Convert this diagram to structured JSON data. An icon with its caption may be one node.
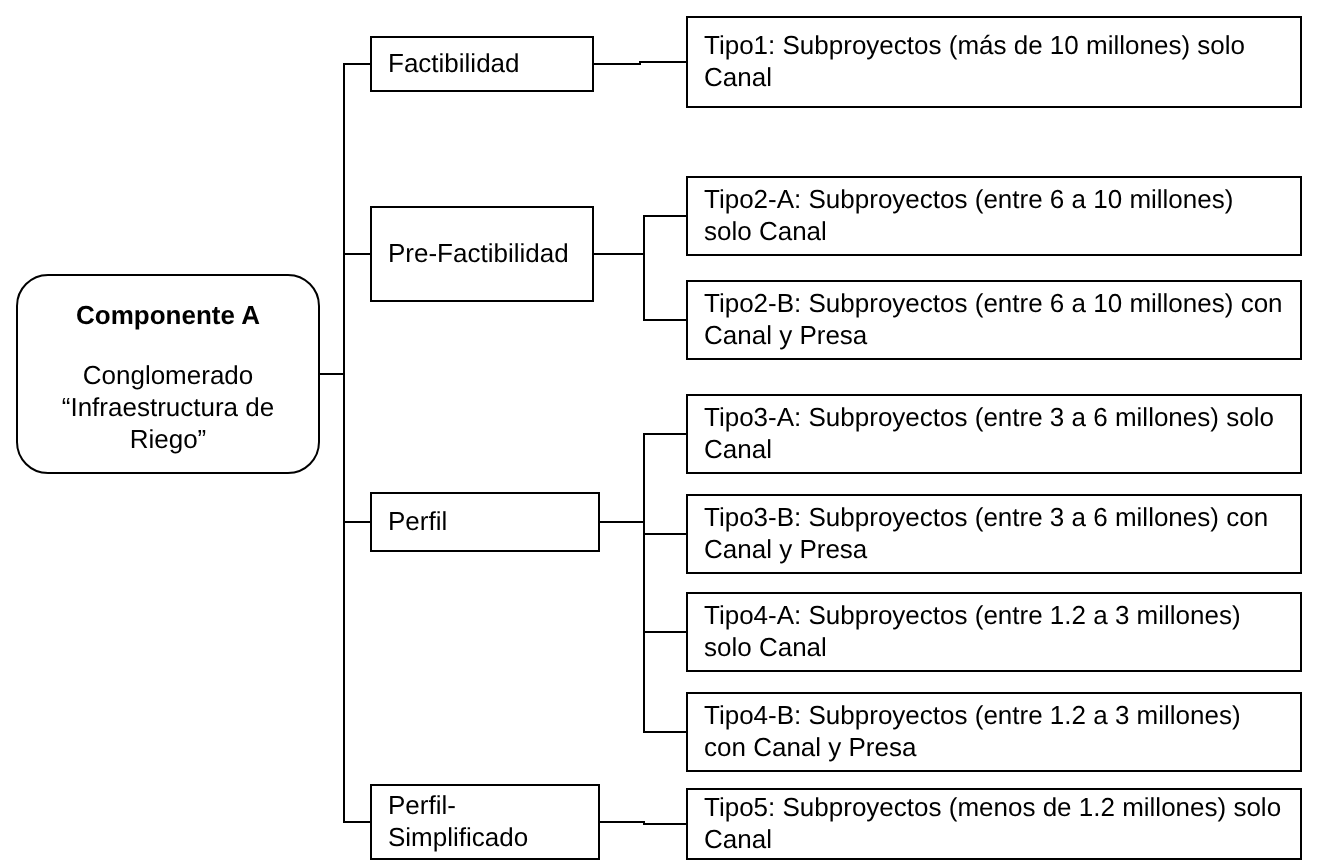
{
  "diagram": {
    "nodes": [
      {
        "text": [
          "Componente A",
          "Conglomerado “Infraestructura de Riego”"
        ]
      },
      {
        "text": [
          "Factibilidad"
        ]
      },
      {
        "text": [
          "Pre-Factibilidad"
        ]
      },
      {
        "text": [
          "Perfil"
        ]
      },
      {
        "text": [
          "Perfil-Simplificado"
        ]
      },
      {
        "text": [
          "Tipo1: Subproyectos (más de 10 millones) solo Canal"
        ]
      },
      {
        "text": [
          "Tipo2-A: Subproyectos (entre 6 a 10 millones) solo Canal"
        ]
      },
      {
        "text": [
          "Tipo2-B: Subproyectos (entre 6 a 10 millones) con Canal y Presa"
        ]
      },
      {
        "text": [
          "Tipo3-A: Subproyectos (entre 3 a 6 millones) solo Canal"
        ]
      },
      {
        "text": [
          "Tipo3-B: Subproyectos (entre 3 a 6 millones) con Canal y Presa"
        ]
      },
      {
        "text": [
          "Tipo4-A: Subproyectos (entre 1.2 a 3 millones) solo Canal"
        ]
      },
      {
        "text": [
          "Tipo4-B: Subproyectos (entre 1.2 a 3 millones) con Canal y Presa"
        ]
      },
      {
        "text": [
          "Tipo5: Subproyectos (menos de 1.2 millones) solo Canal"
        ]
      }
    ],
    "edges": [
      {
        "from": 0,
        "to": 1,
        "arrow": "none"
      },
      {
        "from": 0,
        "to": 2,
        "arrow": "none"
      },
      {
        "from": 0,
        "to": 3,
        "arrow": "none"
      },
      {
        "from": 0,
        "to": 4,
        "arrow": "none"
      },
      {
        "from": 1,
        "to": 5,
        "arrow": "none"
      },
      {
        "from": 2,
        "to": 6,
        "arrow": "none"
      },
      {
        "from": 2,
        "to": 7,
        "arrow": "none"
      },
      {
        "from": 3,
        "to": 8,
        "arrow": "none"
      },
      {
        "from": 3,
        "to": 9,
        "arrow": "none"
      },
      {
        "from": 3,
        "to": 10,
        "arrow": "none"
      },
      {
        "from": 3,
        "to": 11,
        "arrow": "none"
      },
      {
        "from": 4,
        "to": 12,
        "arrow": "none"
      }
    ]
  }
}
